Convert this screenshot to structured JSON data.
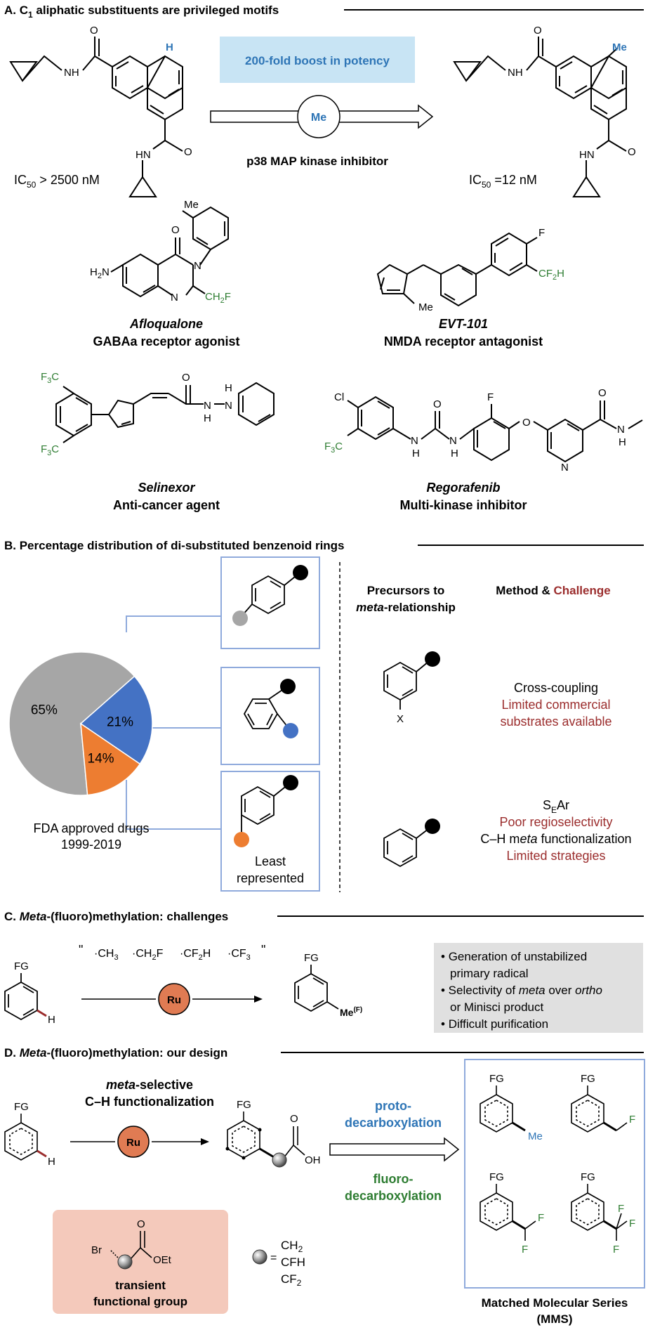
{
  "colors": {
    "blue": "#2e75b6",
    "green": "#2e7d32",
    "red": "#9b2d2d",
    "frame": "#8faadc",
    "lightblue": "#c8e4f4",
    "ru": "#e07b53",
    "gray": "#a6a6a6",
    "pieBlue": "#4472c4",
    "pieOrange": "#ed7d31",
    "pink": "#f4c9bb",
    "grayBox": "#e0e0e0"
  },
  "secA": {
    "title_pre": "A. C",
    "title_sub": "1",
    "title_post": " aliphatic substituents are privileged motifs",
    "boost": "200-fold boost in potency",
    "me": "Me",
    "h": "H",
    "o": "O",
    "nh": "NH",
    "hn": "HN",
    "target": "p38 MAP kinase inhibitor",
    "ic_left_pre": "IC",
    "ic_left_sub": "50",
    "ic_left_post": " > 2500 nM",
    "ic_right_pre": "IC",
    "ic_right_sub": "50",
    "ic_right_post": " =12 nM",
    "drugs": [
      {
        "name": "Afloqualone",
        "desc": "GABAa receptor agonist"
      },
      {
        "name": "EVT-101",
        "desc": "NMDA receptor antagonist"
      },
      {
        "name": "Selinexor",
        "desc": "Anti-cancer agent"
      },
      {
        "name": "Regorafenib",
        "desc": "Multi-kinase inhibitor"
      }
    ],
    "labels": {
      "h2n": "H2N",
      "ch2f": "CH2F",
      "cf2h": "CF2H",
      "f3c": "F3C",
      "f": "F",
      "cl": "Cl",
      "n": "N",
      "h": "H"
    }
  },
  "secB": {
    "title": "B. Percentage distribution of di-substituted benzenoid rings",
    "pie": [
      {
        "label": "65%",
        "value": 65,
        "color": "#a6a6a6"
      },
      {
        "label": "21%",
        "value": 21,
        "color": "#4472c4"
      },
      {
        "label": "14%",
        "value": 14,
        "color": "#ed7d31"
      }
    ],
    "caption1": "FDA approved drugs",
    "caption2": "1999-2019",
    "least1": "Least",
    "least2": "represented",
    "precursors1": "Precursors to",
    "precursors2_it": "meta",
    "precursors2_post": "-relationship",
    "method_pre": "Method & ",
    "method_challenge": "Challenge",
    "x": "X",
    "m1": "Cross-coupling",
    "m1c1": "Limited commercial",
    "m1c2": "substrates available",
    "m2_pre": "S",
    "m2_sub": "E",
    "m2_post": "Ar",
    "m2c": "Poor regioselectivity",
    "m3_pre": "C–H m",
    "m3_it": "eta",
    "m3_post": " functionalization",
    "m3c": "Limited strategies"
  },
  "secC": {
    "title_pre": "C. ",
    "title_it": "Meta",
    "title_post": "-(fluoro)methylation: challenges",
    "radicals": [
      "CH3",
      "CH2F",
      "CF2H",
      "CF3"
    ],
    "quote_open": "\"",
    "quote_close": "\"",
    "fg": "FG",
    "h": "H",
    "ru": "Ru",
    "product": "Me(F)",
    "bullets": [
      "Generation of unstabilized",
      "primary radical",
      "Selectivity of meta over ortho",
      "or Minisci product",
      "Difficult purification"
    ]
  },
  "secD": {
    "title_pre": "D. ",
    "title_it": "Meta",
    "title_post": "-(fluoro)methylation: our design",
    "sel1_it": "meta",
    "sel1_post": "-selective",
    "sel2": "C–H functionalization",
    "fg": "FG",
    "h": "H",
    "ru": "Ru",
    "oh": "OH",
    "o": "O",
    "proto1": "proto-",
    "proto2": "decarboxylation",
    "fluoro1": "fluoro-",
    "fluoro2": "decarboxylation",
    "br": "Br",
    "oet": "OEt",
    "tfg1": "transient",
    "tfg2": "functional group",
    "eq": "=",
    "groups": [
      "CH2",
      "CFH",
      "CF2"
    ],
    "me": "Me",
    "f": "F",
    "mms1": "Matched Molecular Series",
    "mms2": "(MMS)"
  }
}
